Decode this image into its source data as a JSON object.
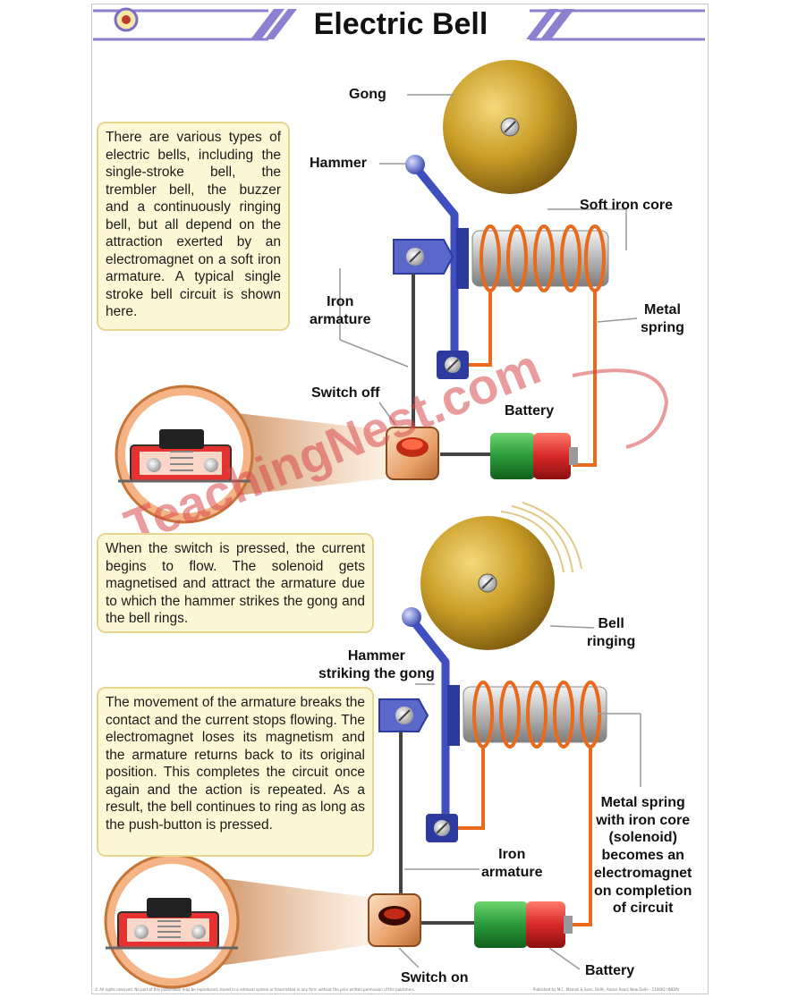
{
  "title": "Electric Bell",
  "watermark": "TeachingNest.com",
  "paragraphs": {
    "intro": "There are various types of electric bells, including the single-stroke bell, the trembler bell, the buzzer and a continuously ringing bell, but all depend on the attraction exerted by an electromagnet on a soft iron armature. A typical single stroke bell circuit is shown here.",
    "pressed": "When the switch is pressed, the current begins to flow. The solenoid gets magnetised and attract the armature due to which the hammer strikes the gong and the bell rings.",
    "movement": "The movement of the armature breaks the contact and the current stops flowing. The electromagnet loses its magnetism and the armature returns back to its original position. This completes the circuit once again and the action is repeated. As a result, the bell continues to ring as long as the push-button is pressed."
  },
  "labels": {
    "gong": "Gong",
    "hammer": "Hammer",
    "soft_iron_core": "Soft iron core",
    "iron_armature_top": "Iron\narmature",
    "metal_spring": "Metal\nspring",
    "switch_off": "Switch off",
    "battery_top": "Battery",
    "bell_ringing": "Bell\nringing",
    "hammer_striking": "Hammer\nstriking the gong",
    "iron_armature_bottom": "Iron\narmature",
    "metal_spring_core": "Metal spring\nwith iron core\n(solenoid)\nbecomes an\nelectromagnet\non completion\nof circuit",
    "switch_on": "Switch on",
    "battery_bottom": "Battery"
  },
  "footer": {
    "left": "© All rights reserved. No part of this publication may be reproduced, stored in a retrieval system or transmitted in any form without the prior written permission of the publishers.",
    "right": "Published by M.C. Mamali & Sons, Delhi, Ansari Road, New Delhi - 110002 (INDIA)"
  },
  "colors": {
    "title_stripe": "#8e7fd0",
    "text_box_fill": "#fcf8d6",
    "gong": "#c9a22c",
    "coil": "#e86a1a",
    "hammer_arm": "#3f4fbf",
    "battery_green": "#2a9a3a",
    "battery_red": "#d8282a"
  }
}
